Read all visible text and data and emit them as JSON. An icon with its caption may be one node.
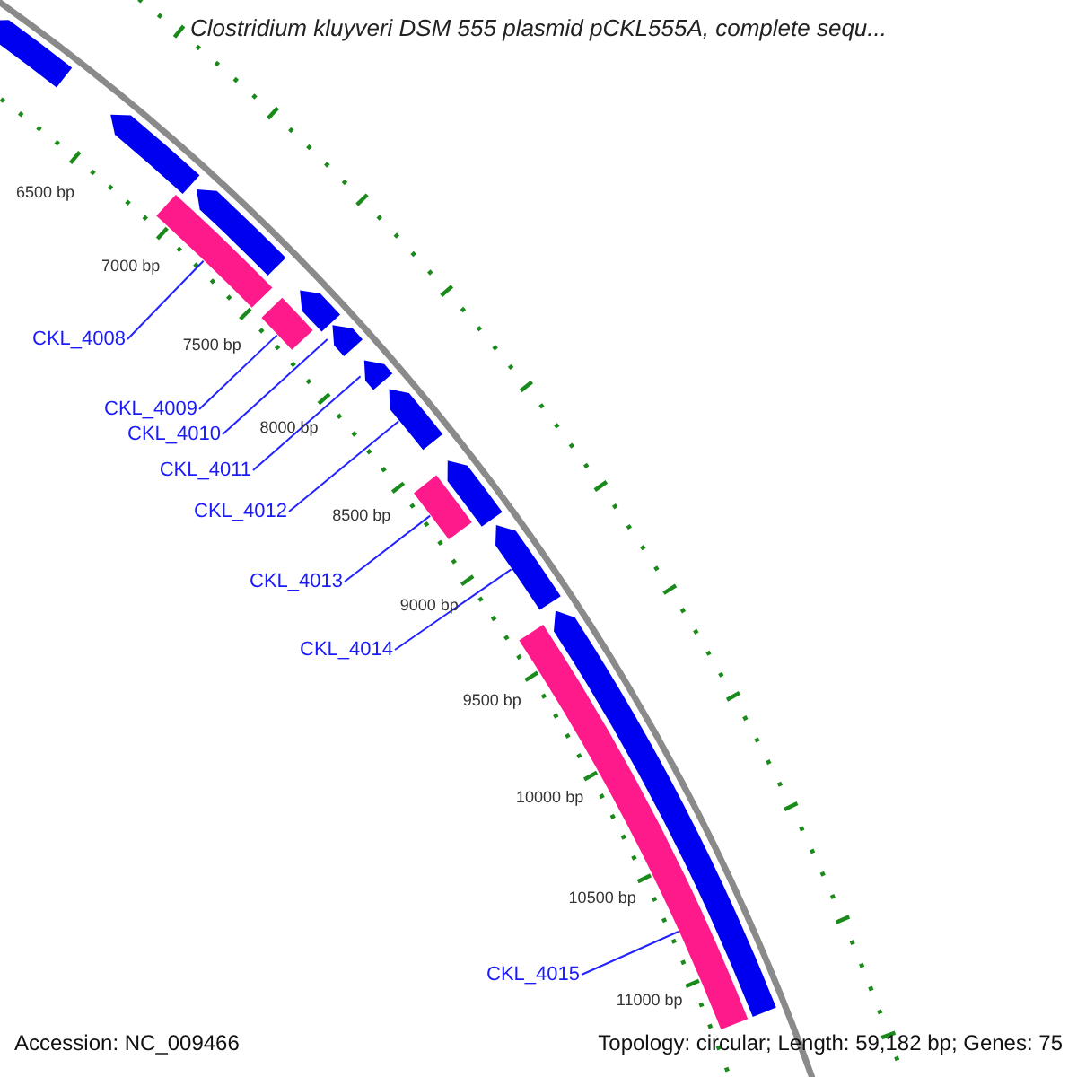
{
  "diagram": {
    "title": "Clostridium kluyveri DSM 555 plasmid pCKL555A, complete sequ...",
    "nodes": [
      {
        "text": [
          "CKL_4008"
        ]
      },
      {
        "text": [
          "CKL_4009"
        ]
      },
      {
        "text": [
          "CKL_4010"
        ]
      },
      {
        "text": [
          "CKL_4011"
        ]
      },
      {
        "text": [
          "CKL_4012"
        ]
      },
      {
        "text": [
          "CKL_4013"
        ]
      },
      {
        "text": [
          "CKL_4014"
        ]
      },
      {
        "text": [
          "CKL_4015"
        ]
      },
      {
        "text": [],
        "shape": "bar"
      },
      {
        "text": [],
        "shape": "bar"
      },
      {
        "text": [],
        "shape": "bar"
      },
      {
        "text": [],
        "shape": "bar"
      },
      {
        "text": [],
        "shape": "bar"
      },
      {
        "text": [],
        "shape": "bar"
      },
      {
        "text": [],
        "shape": "bar"
      },
      {
        "text": [],
        "shape": "bar"
      },
      {
        "text": [],
        "shape": "bar"
      },
      {
        "text": [],
        "shape": "bar"
      },
      {
        "text": [],
        "shape": "bar"
      },
      {
        "text": [],
        "shape": "bar"
      },
      {
        "text": [],
        "shape": "bar"
      },
      {
        "text": [],
        "shape": "bar"
      }
    ],
    "edges": [
      {
        "from": 0,
        "to": 10,
        "arrow": "none"
      },
      {
        "from": 1,
        "to": 12,
        "arrow": "none"
      },
      {
        "from": 2,
        "to": 14,
        "arrow": "none"
      },
      {
        "from": 3,
        "to": 15,
        "arrow": "none"
      },
      {
        "from": 4,
        "to": 16,
        "arrow": "none"
      },
      {
        "from": 5,
        "to": 18,
        "arrow": "none"
      },
      {
        "from": 6,
        "to": 19,
        "arrow": "none"
      },
      {
        "from": 7,
        "to": 21,
        "arrow": "none"
      }
    ],
    "labels": [
      "6500 bp",
      "7000 bp",
      "7500 bp",
      "8000 bp",
      "8500 bp",
      "9000 bp",
      "9500 bp",
      "10000 bp",
      "10500 bp",
      "11000 bp",
      "Accession: NC_009466",
      "Topology: circular; Length: 59,182 bp; Genes: 75"
    ]
  }
}
